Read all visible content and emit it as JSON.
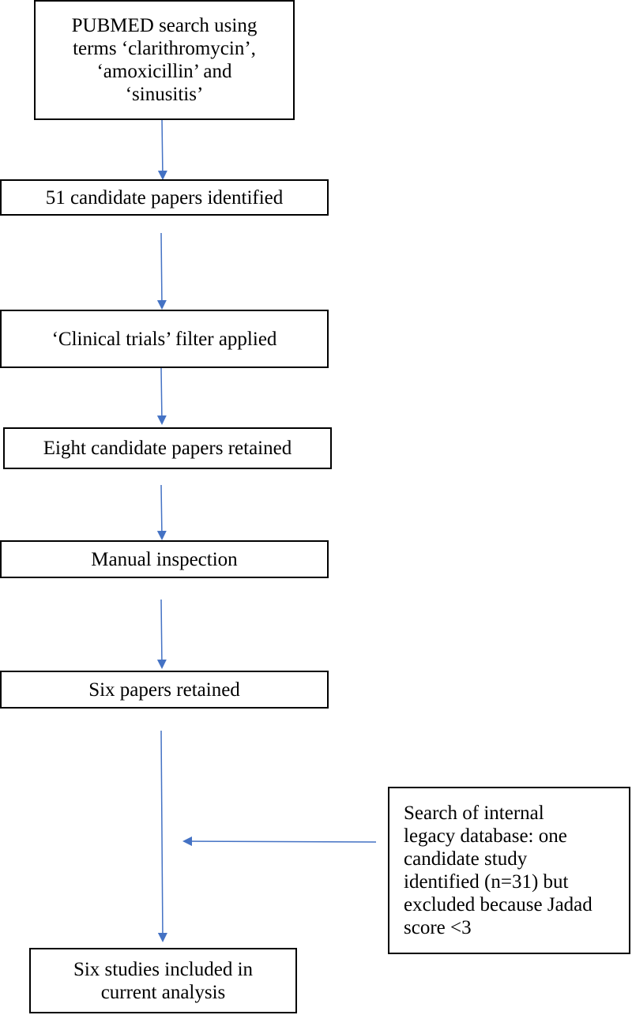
{
  "flowchart": {
    "steps": [
      "PUBMED search using\nterms ‘clarithromycin’,\n‘amoxicillin’ and\n‘sinusitis’",
      "51 candidate papers identified",
      "‘Clinical trials’ filter applied",
      "Eight candidate papers retained",
      "Manual inspection",
      "Six papers retained",
      "Six studies included in\ncurrent analysis"
    ],
    "side_note": "Search of internal\nlegacy database: one\ncandidate study\nidentified (n=31) but\nexcluded because Jadad\nscore <3"
  },
  "colors": {
    "arrow": "#4472C4",
    "border": "#000000"
  }
}
